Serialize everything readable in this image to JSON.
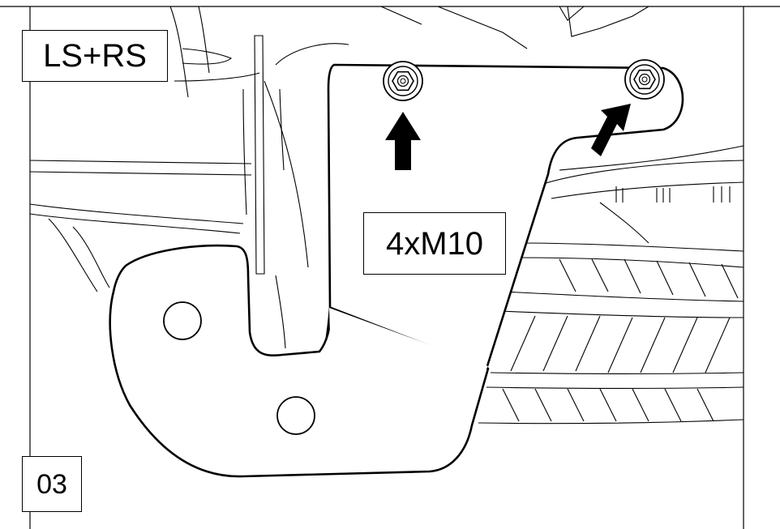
{
  "labels": {
    "side": "LS+RS",
    "bolts": "4xM10",
    "step": "03"
  },
  "icons": {
    "hardware": "flange-nut-icon",
    "indicator": "arrow-icon",
    "part": "mounting-bracket-icon"
  },
  "colors": {
    "line": "#000000",
    "background": "#ffffff"
  }
}
